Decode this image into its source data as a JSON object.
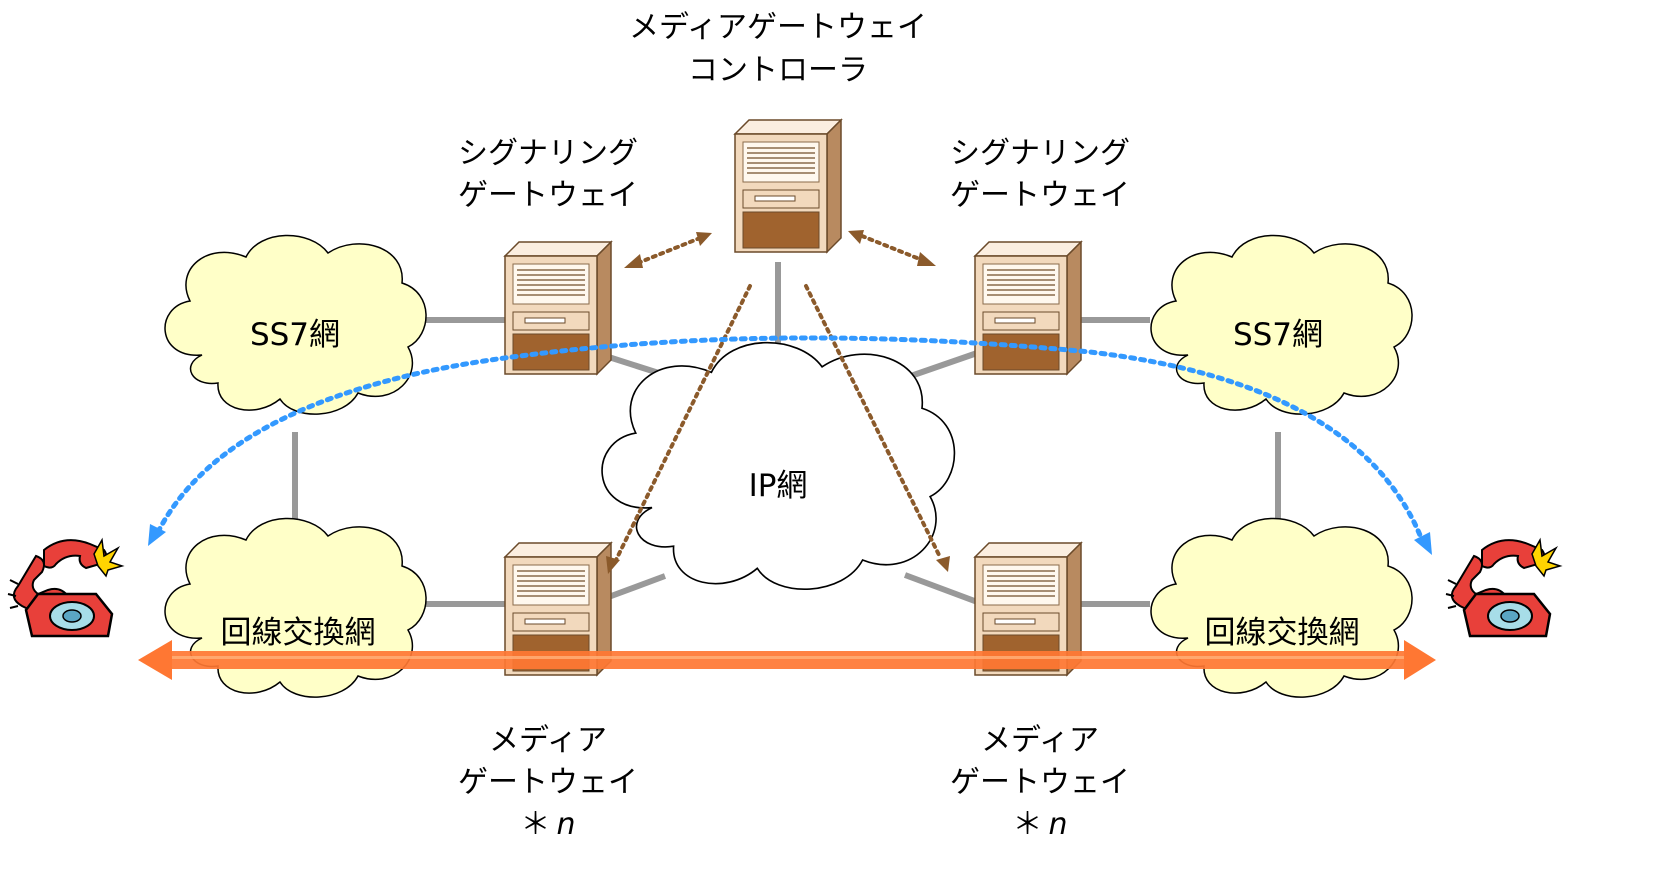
{
  "nodes": {
    "mgc": {
      "line1": "メディアゲートウェイ",
      "line2": "コントローラ"
    },
    "sg_left": {
      "line1": "シグナリング",
      "line2": "ゲートウェイ"
    },
    "sg_right": {
      "line1": "シグナリング",
      "line2": "ゲートウェイ"
    },
    "mg_left": {
      "line1": "メディア",
      "line2": "ゲートウェイ",
      "line3_prefix": "＊",
      "line3_italic": "n"
    },
    "mg_right": {
      "line1": "メディア",
      "line2": "ゲートウェイ",
      "line3_prefix": "＊",
      "line3_italic": "n"
    }
  },
  "clouds": {
    "ss7_left": "SS7網",
    "ss7_right": "SS7網",
    "pstn_left": "回線交換網",
    "pstn_right": "回線交換網",
    "ip": "IP網"
  },
  "colors": {
    "cloud_fill": "#ffffc8",
    "cloud_stroke": "#000000",
    "link_gray": "#999999",
    "control_brown": "#8b5a2b",
    "signaling_blue": "#3399ff",
    "media_orange": "#ff7733",
    "server_body": "#f2d9bd",
    "server_dark": "#a0632e",
    "phone_red": "#e8403a"
  }
}
